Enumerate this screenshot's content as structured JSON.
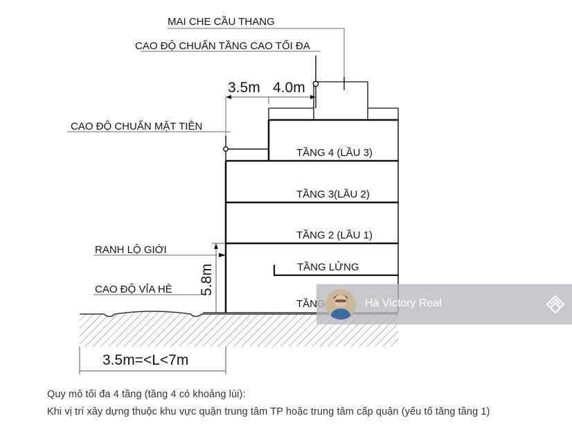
{
  "labels": {
    "stair_roof": "MAI CHE CẦU THANG",
    "max_height_datum": "CAO ĐỘ CHUẨN TẦNG CAO TỐI ĐA",
    "setback_35": "3.5m",
    "setback_40": "4.0m",
    "facade_datum": "CAO ĐỘ CHUẨN MẶT TIỀN",
    "floor4": "TẦNG 4 (LẦU 3)",
    "floor3": "TẦNG 3(LẦU 2)",
    "floor2": "TẦNG 2 (LẦU 1)",
    "mezzanine": "TẦNG LỬNG",
    "ground": "TẦNG TRỆT",
    "boundary": "RANH LỘ GIỚI",
    "sidewalk": "CAO ĐỘ VỈA HÈ",
    "height_58": "5.8m",
    "street_width": "3.5m=<L<7m"
  },
  "watermark": {
    "text": "Hà Victory Real"
  },
  "caption": {
    "line1": "Quy mô tối đa 4 tầng (tầng 4 có khoảng lùi):",
    "line2": "Khi vị trí xây dựng thuộc khu vực quận trung tâm TP hoặc trung tâm cấp quận (yếu tố tăng tầng 1)"
  }
}
